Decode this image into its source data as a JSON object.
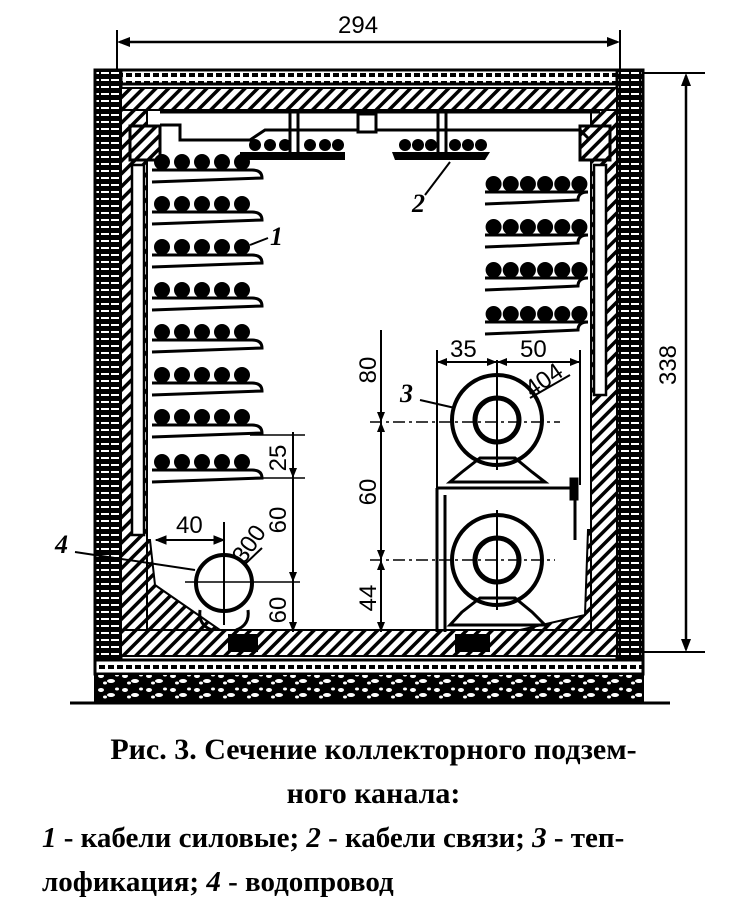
{
  "figure": {
    "dimensions": {
      "overall_width": "294",
      "overall_height": "338",
      "heat_pipe_offset_left": "35",
      "heat_pipe_offset_right": "50",
      "heat_pipe_diameter": "404",
      "upper_clearance": "80",
      "pipe_spacing": "60",
      "lower_pipe_height": "44",
      "shelf_spacing": "25",
      "water_pipe_upper": "60",
      "water_pipe_lower": "60",
      "water_pipe_offset": "40",
      "water_pipe_diameter": "300"
    },
    "callouts": {
      "power_cables": "1",
      "comm_cables": "2",
      "heating": "3",
      "water": "4"
    },
    "colors": {
      "ink": "#000000",
      "paper": "#ffffff"
    }
  },
  "caption": {
    "title_line1": "Рис. 3. Сечение коллекторного подзем-",
    "title_line2": "ного канала:",
    "legend": [
      {
        "num": "1",
        "text": " - кабели силовые; "
      },
      {
        "num": "2",
        "text": " - кабели связи; "
      },
      {
        "num": "3",
        "text": " - теп-"
      },
      {
        "num": "",
        "text": "лофикация; "
      },
      {
        "num": "4",
        "text": " - водопровод"
      }
    ]
  }
}
